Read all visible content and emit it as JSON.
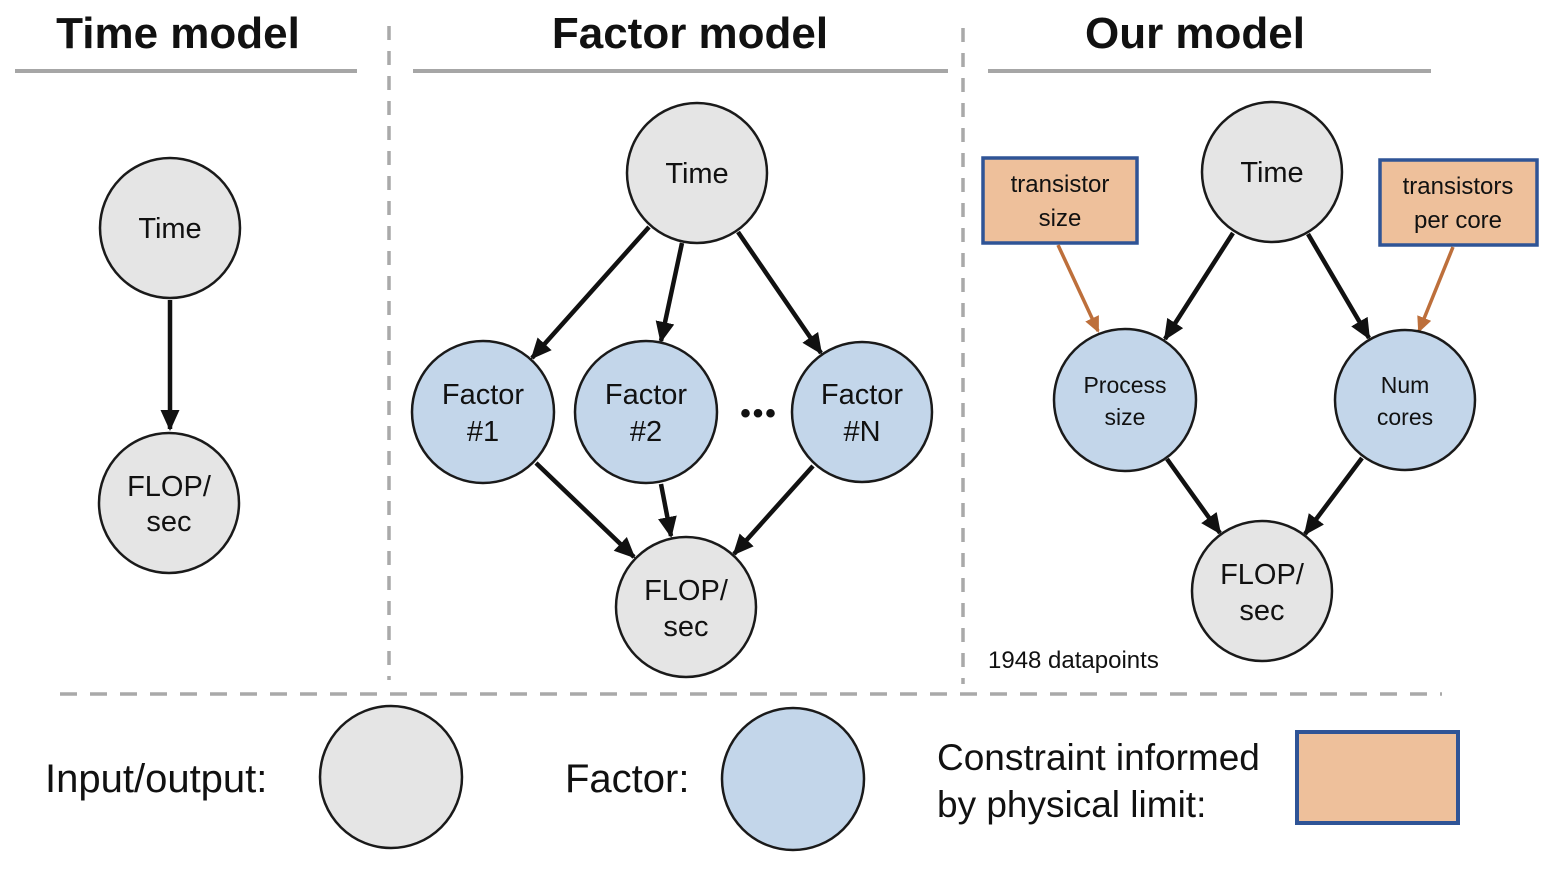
{
  "colors": {
    "node_gray": "#e5e5e5",
    "node_blue": "#c3d6ea",
    "constraint_orange": "#eec09b",
    "constraint_border_blue": "#2f5496",
    "orange_arrow": "#bd6f3b",
    "separator_gray": "#a9a9a9"
  },
  "panels": {
    "time_model": {
      "title": "Time model",
      "time_node": "Time",
      "flop_node": {
        "line1": "FLOP/",
        "line2": "sec"
      }
    },
    "factor_model": {
      "title": "Factor model",
      "time_node": "Time",
      "factors": {
        "f1": {
          "line1": "Factor",
          "line2": "#1"
        },
        "f2": {
          "line1": "Factor",
          "line2": "#2"
        },
        "ellipsis": "•••",
        "fn": {
          "line1": "Factor",
          "line2": "#N"
        }
      },
      "flop_node": {
        "line1": "FLOP/",
        "line2": "sec"
      }
    },
    "our_model": {
      "title": "Our model",
      "time_node": "Time",
      "constraint_left": {
        "line1": "transistor",
        "line2": "size"
      },
      "constraint_right": {
        "line1": "transistors",
        "line2": "per core"
      },
      "process_node": {
        "line1": "Process",
        "line2": "size"
      },
      "cores_node": {
        "line1": "Num",
        "line2": "cores"
      },
      "flop_node": {
        "line1": "FLOP/",
        "line2": "sec"
      },
      "caption": "1948 datapoints"
    }
  },
  "legend": {
    "input_output": "Input/output:",
    "factor": "Factor:",
    "constraint_line1": "Constraint informed",
    "constraint_line2": "by physical limit:"
  }
}
